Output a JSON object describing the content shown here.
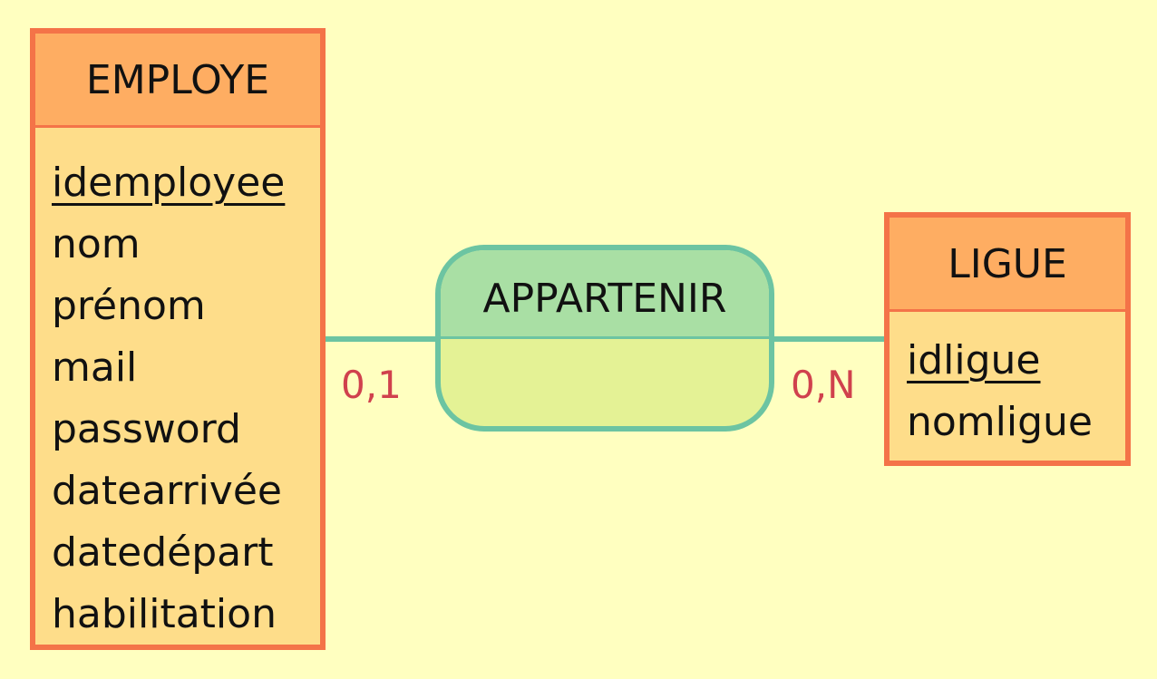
{
  "entities": {
    "employe": {
      "name": "EMPLOYE",
      "attributes": [
        "idemployee",
        "nom",
        "prénom",
        "mail",
        "password",
        "datearrivée",
        "datedépart",
        "habilitation"
      ]
    },
    "ligue": {
      "name": "LIGUE",
      "attributes": [
        "idligue",
        "nomligue"
      ]
    }
  },
  "relation": {
    "name": "APPARTENIR"
  },
  "cardinalities": {
    "employe_side": "0,1",
    "ligue_side": "0,N"
  },
  "colors": {
    "background": "#FFFFC0",
    "entity_border": "#F47348",
    "entity_header": "#FEAD62",
    "entity_body": "#FEDD8A",
    "relation_border": "#6CC4A2",
    "relation_header": "#A9DFA4",
    "relation_body": "#E4F295",
    "cardinality_text": "#D0414D"
  }
}
